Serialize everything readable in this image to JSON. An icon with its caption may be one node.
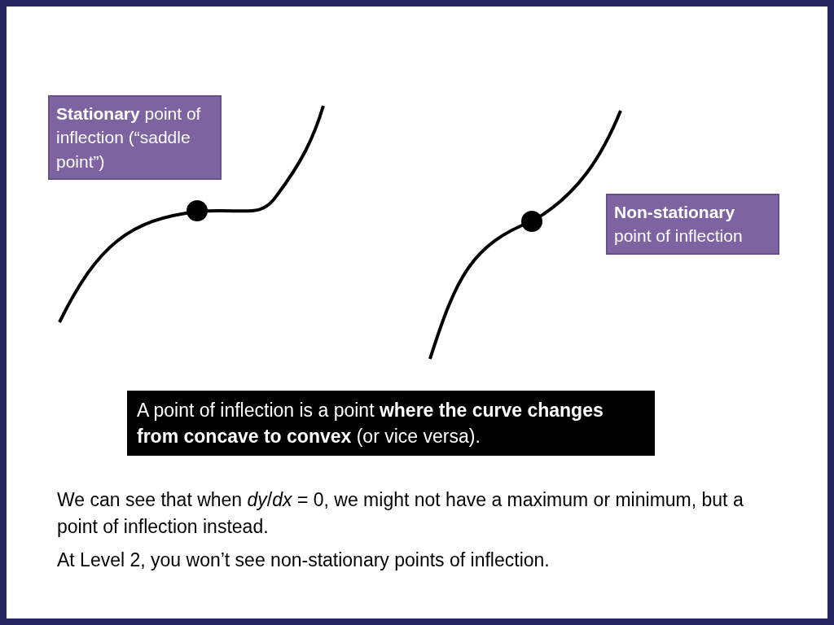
{
  "diagram": {
    "nodes": [
      {
        "text": [
          "**Stationary** point of inflection (“saddle point”)"
        ]
      },
      {
        "text": [
          "**Non-stationary** point of inflection"
        ]
      },
      {
        "text": [
          "A point of inflection is a point **where the curve changes from concave to convex** (or vice versa)."
        ]
      }
    ],
    "labels": [
      "We can see that when *dy*/*dx* = 0, we might not have a maximum or minimum, but a point of inflection instead.",
      "At Level 2, you won’t see non-stationary points of inflection."
    ]
  }
}
